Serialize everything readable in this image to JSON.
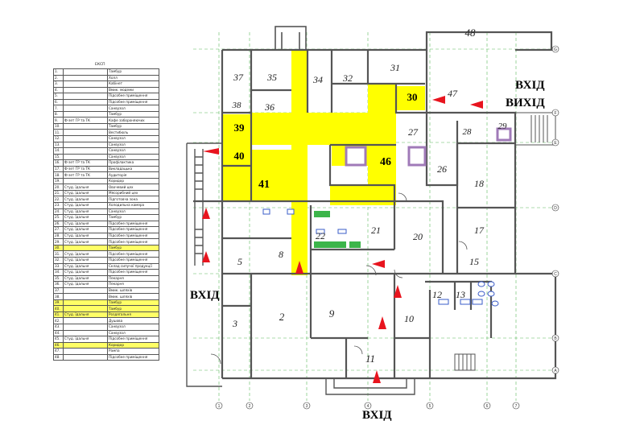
{
  "legend": {
    "title": "ЕКСП",
    "rows": [
      {
        "n": "1.",
        "a": "",
        "b": "Тамбур",
        "hl": false
      },
      {
        "n": "2.",
        "a": "",
        "b": "Холл",
        "hl": false
      },
      {
        "n": "3.",
        "a": "",
        "b": "Кабінет",
        "hl": false
      },
      {
        "n": "4.",
        "a": "",
        "b": "Вмик. модеми",
        "hl": false
      },
      {
        "n": "5.",
        "a": "",
        "b": "Підсобне приміщення",
        "hl": false
      },
      {
        "n": "6.",
        "a": "",
        "b": "Підсобне приміщення",
        "hl": false
      },
      {
        "n": "7.",
        "a": "",
        "b": "Санвузол",
        "hl": false
      },
      {
        "n": "8.",
        "a": "",
        "b": "Тамбур",
        "hl": false
      },
      {
        "n": "9.",
        "a": "Ф-зет ГР та ТК",
        "b": "Кафе забороняючих",
        "hl": false
      },
      {
        "n": "10.",
        "a": "",
        "b": "Тамбур",
        "hl": false
      },
      {
        "n": "11.",
        "a": "",
        "b": "Вестибюль",
        "hl": false
      },
      {
        "n": "12.",
        "a": "",
        "b": "Санвузол",
        "hl": false
      },
      {
        "n": "13.",
        "a": "",
        "b": "Санвузол",
        "hl": false
      },
      {
        "n": "14.",
        "a": "",
        "b": "Санвузол",
        "hl": false
      },
      {
        "n": "15.",
        "a": "",
        "b": "Санвузол",
        "hl": false
      },
      {
        "n": "16.",
        "a": "Ф-зет ГР та ТК",
        "b": "Профілактика",
        "hl": false
      },
      {
        "n": "17.",
        "a": "Ф-зет ГР та ТК",
        "b": "Викладацька",
        "hl": false
      },
      {
        "n": "18.",
        "a": "Ф-зет ГР та ТК",
        "b": "Аудиторія",
        "hl": false
      },
      {
        "n": "19.",
        "a": "",
        "b": "Коридор",
        "hl": false
      },
      {
        "n": "20.",
        "a": "Студ. їдальня",
        "b": "Овочевий цех",
        "hl": false
      },
      {
        "n": "21.",
        "a": "Студ. їдальня",
        "b": "Мясорибний цех",
        "hl": false
      },
      {
        "n": "22.",
        "a": "Студ. їдальня",
        "b": "Підготовча зона",
        "hl": false
      },
      {
        "n": "23.",
        "a": "Студ. їдальня",
        "b": "Холодильна камера",
        "hl": false
      },
      {
        "n": "24.",
        "a": "Студ. їдальня",
        "b": "Санвузол",
        "hl": false
      },
      {
        "n": "25.",
        "a": "Студ. їдальня",
        "b": "Тамбур",
        "hl": false
      },
      {
        "n": "26.",
        "a": "Студ. їдальня",
        "b": "Підсобне приміщення",
        "hl": false
      },
      {
        "n": "27.",
        "a": "Студ. їдальня",
        "b": "Підсобне приміщення",
        "hl": false
      },
      {
        "n": "28.",
        "a": "Студ. їдальня",
        "b": "Підсобне приміщення",
        "hl": false
      },
      {
        "n": "29.",
        "a": "Студ. їдальня",
        "b": "Підсобне приміщення",
        "hl": false
      },
      {
        "n": "30.",
        "a": "",
        "b": "Тамбур",
        "hl": true
      },
      {
        "n": "31.",
        "a": "Студ. їдальня",
        "b": "Підсобне приміщення",
        "hl": false
      },
      {
        "n": "32.",
        "a": "Студ. їдальня",
        "b": "Підсобне приміщення",
        "hl": false
      },
      {
        "n": "33.",
        "a": "Студ. їдальня",
        "b": "Склад сипучої продукції",
        "hl": false
      },
      {
        "n": "34.",
        "a": "Студ. їдальня",
        "b": "Підсобне приміщення",
        "hl": false
      },
      {
        "n": "35.",
        "a": "Студ. їдальня",
        "b": "Пекарня",
        "hl": false
      },
      {
        "n": "36.",
        "a": "Студ. їдальня",
        "b": "Пекарня",
        "hl": false
      },
      {
        "n": "37.",
        "a": "",
        "b": "Вмик. шляхів",
        "hl": false
      },
      {
        "n": "38.",
        "a": "",
        "b": "Вмик. шляхів",
        "hl": false
      },
      {
        "n": "39.",
        "a": "",
        "b": "Тамбур",
        "hl": true
      },
      {
        "n": "40.",
        "a": "",
        "b": "Тамбур",
        "hl": true
      },
      {
        "n": "41.",
        "a": "Студ. їдальня",
        "b": "Роздягальня",
        "hl": true
      },
      {
        "n": "42.",
        "a": "",
        "b": "Душова",
        "hl": false
      },
      {
        "n": "43.",
        "a": "",
        "b": "Санвузол",
        "hl": false
      },
      {
        "n": "44.",
        "a": "",
        "b": "Санвузол",
        "hl": false
      },
      {
        "n": "45.",
        "a": "Студ. їдальня",
        "b": "Підсобне приміщення",
        "hl": false
      },
      {
        "n": "46.",
        "a": "",
        "b": "Коридор",
        "hl": true
      },
      {
        "n": "47.",
        "a": "",
        "b": "Рампа",
        "hl": false
      },
      {
        "n": "48.",
        "a": "",
        "b": "Підсобне приміщення",
        "hl": false
      }
    ]
  },
  "labels": {
    "entrance_left": "ВХІД",
    "entrance_bottom": "ВХІД",
    "entrance_right": "ВХІД",
    "exit_right": "ВИХІД"
  },
  "rooms": [
    {
      "id": "48",
      "hl": false
    },
    {
      "id": "37",
      "hl": false
    },
    {
      "id": "35",
      "hl": false
    },
    {
      "id": "34",
      "hl": false
    },
    {
      "id": "32",
      "hl": false
    },
    {
      "id": "31",
      "hl": false
    },
    {
      "id": "30",
      "hl": true
    },
    {
      "id": "38",
      "hl": false
    },
    {
      "id": "36",
      "hl": false
    },
    {
      "id": "39",
      "hl": true
    },
    {
      "id": "40",
      "hl": true
    },
    {
      "id": "41",
      "hl": true
    },
    {
      "id": "46",
      "hl": true
    },
    {
      "id": "47",
      "hl": false
    },
    {
      "id": "27",
      "hl": false
    },
    {
      "id": "28",
      "hl": false
    },
    {
      "id": "29",
      "hl": false
    },
    {
      "id": "26",
      "hl": false
    },
    {
      "id": "18",
      "hl": false
    },
    {
      "id": "22",
      "hl": false
    },
    {
      "id": "21",
      "hl": false
    },
    {
      "id": "20",
      "hl": false
    },
    {
      "id": "17",
      "hl": false
    },
    {
      "id": "15",
      "hl": false
    },
    {
      "id": "5",
      "hl": false
    },
    {
      "id": "8",
      "hl": false
    },
    {
      "id": "12",
      "hl": false
    },
    {
      "id": "13",
      "hl": false
    },
    {
      "id": "2",
      "hl": false
    },
    {
      "id": "9",
      "hl": false
    },
    {
      "id": "10",
      "hl": false
    },
    {
      "id": "3",
      "hl": false
    },
    {
      "id": "11",
      "hl": false
    }
  ],
  "axes": {
    "letters": [
      "G",
      "F",
      "E",
      "D",
      "C",
      "B",
      "A"
    ],
    "numbers": [
      "1",
      "2",
      "3",
      "4",
      "5",
      "6",
      "7"
    ]
  },
  "colors": {
    "highlight": "#ffff00",
    "wall": "#555555",
    "arrow": "#e8141e",
    "grid": "#5cb85c"
  }
}
